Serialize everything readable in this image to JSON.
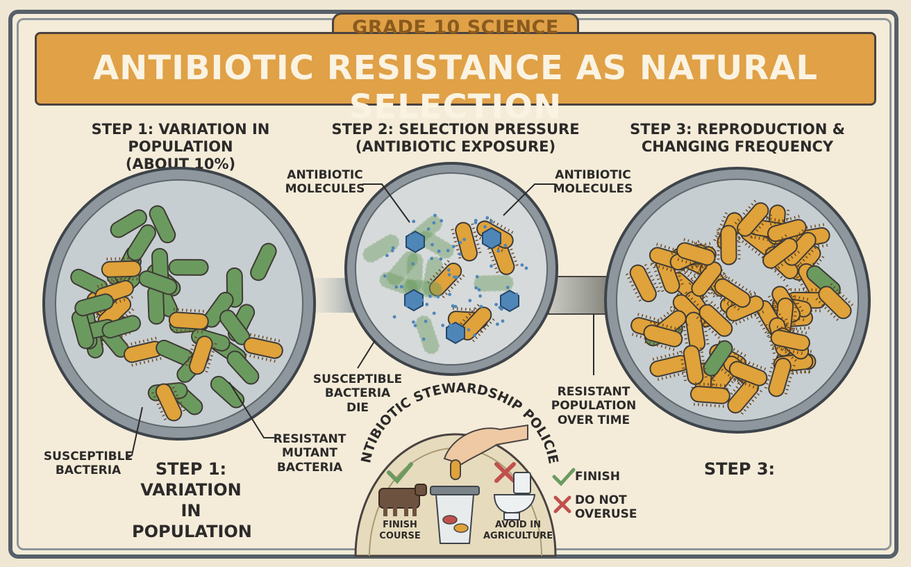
{
  "banner": {
    "grade": "GRADE 10 SCIENCE",
    "title": "ANTIBIOTIC RESISTANCE AS NATURAL SELECTION"
  },
  "steps": [
    {
      "heading_line1": "STEP 1: VARIATION IN POPULATION",
      "heading_line2": "(ABOUT 10%)"
    },
    {
      "heading_line1": "STEP 2: SELECTION PRESSURE",
      "heading_line2": "(ANTIBIOTIC EXPOSURE)"
    },
    {
      "heading_line1": "STEP 3: REPRODUCTION &",
      "heading_line2": "CHANGING FREQUENCY"
    }
  ],
  "labels": {
    "susceptible_bacteria": [
      "SUSCEPTIBLE",
      "BACTERIA"
    ],
    "resistant_mutant": [
      "RESISTANT",
      "MUTANT",
      "BACTERIA"
    ],
    "step1_caption": [
      "STEP 1:",
      "VARIATION IN",
      "POPULATION"
    ],
    "antibiotic_left": [
      "ANTIBIOTIC",
      "MOLECULES"
    ],
    "antibiotic_right": [
      "ANTIBIOTIC",
      "MOLECULES"
    ],
    "susceptible_die": [
      "SUSCEPTIBLE",
      "BACTERIA DIE"
    ],
    "resistant_population": [
      "RESISTANT",
      "POPULATION",
      "OVER TIME"
    ],
    "step3_caption": "STEP 3:"
  },
  "stewardship": {
    "title": "ANTIBIOTIC STEWARDSHIP POLICIES",
    "finish_course": [
      "FINISH",
      "COURSE"
    ],
    "avoid_agriculture": [
      "AVOID IN",
      "AGRICULTURE"
    ],
    "legend_finish": "FINISH",
    "legend_overuse": [
      "DO NOT",
      "OVERUSE"
    ]
  },
  "colors": {
    "banner": "#e0a147",
    "susceptible": "#6b9a5f",
    "resistant": "#e0a23a",
    "antibiotic": "#4f86b8",
    "check": "#6b9a5f",
    "cross": "#c0504d"
  }
}
